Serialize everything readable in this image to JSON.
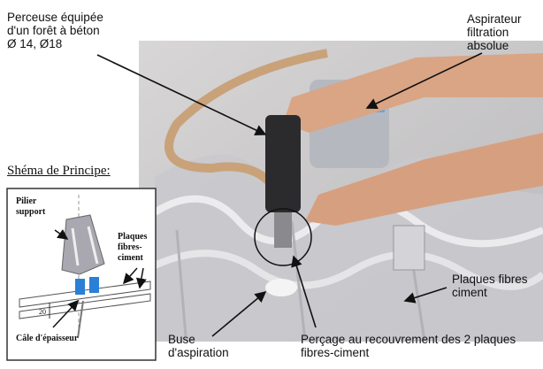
{
  "labels": {
    "drill": [
      "Perceuse équipée",
      "d'un forêt à béton",
      "Ø 14, Ø18"
    ],
    "vacuum": [
      "Aspirateur",
      "filtration",
      "absolue"
    ],
    "plates": [
      "Plaques fibres",
      "ciment"
    ],
    "nozzle": [
      "Buse",
      "d'aspiration"
    ],
    "drilling": [
      "Perçage au recouvrement des 2 plaques",
      "fibres-ciment"
    ]
  },
  "schema": {
    "title": "Shéma de Principe:",
    "pillar": [
      "Pilier",
      "support"
    ],
    "plates": [
      "Plaques",
      "fibres-",
      "ciment"
    ],
    "shim": "Câle d'épaisseur",
    "dimension": "20"
  },
  "colors": {
    "shim_blue": "#2a7fd6",
    "pillar_gray": "#a9a8b0"
  }
}
